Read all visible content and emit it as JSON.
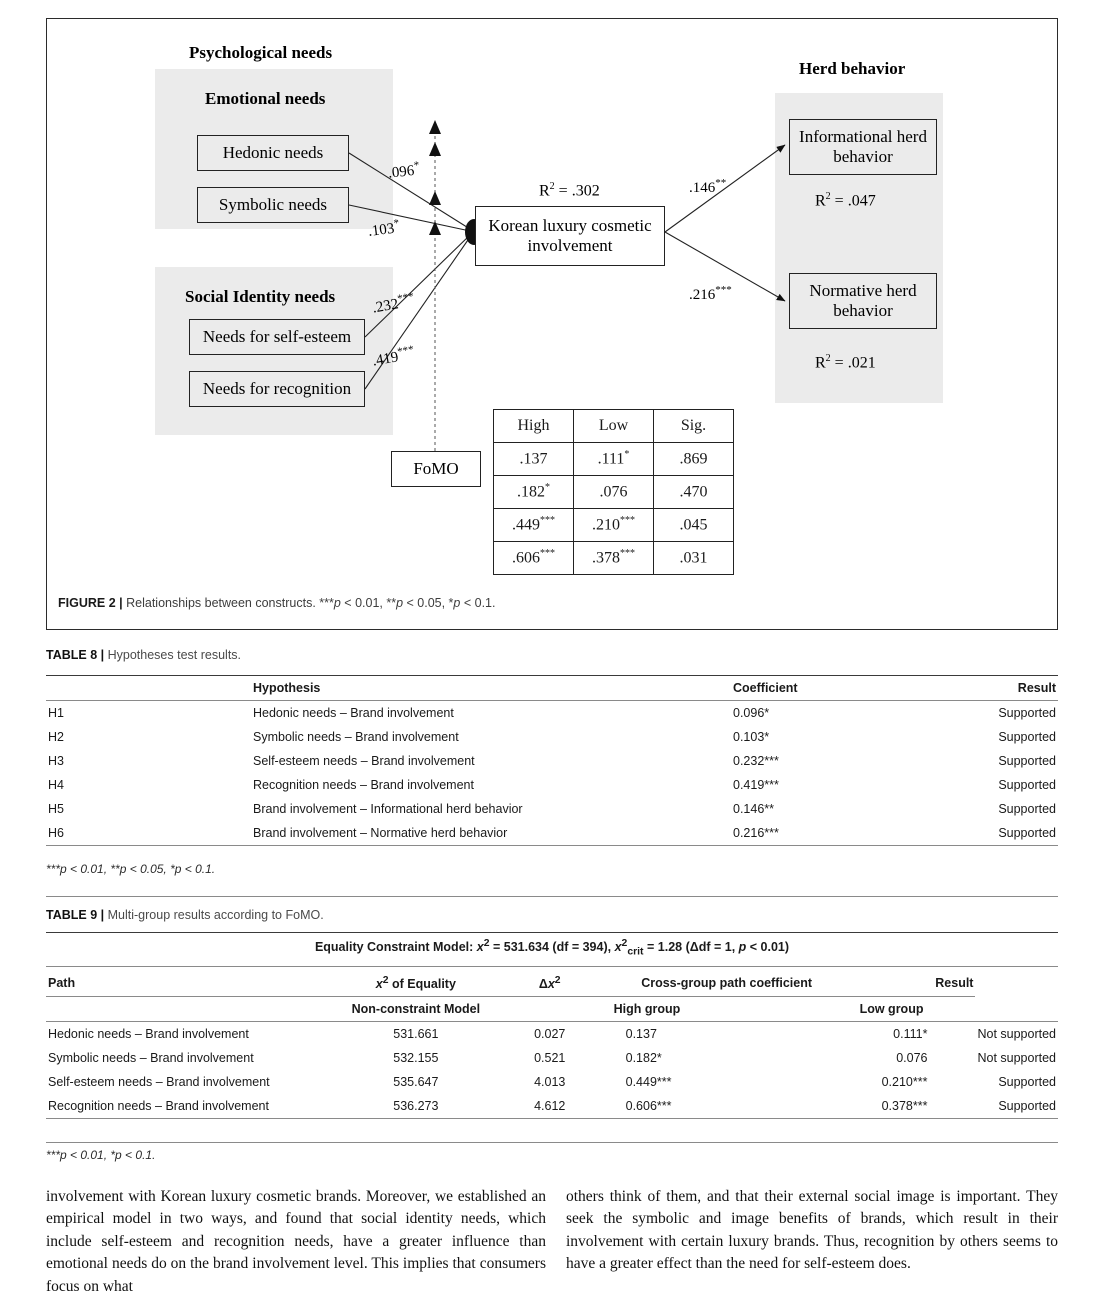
{
  "figure": {
    "frame_label": "figure-2-frame",
    "group_titles": {
      "psychological": "Psychological needs",
      "emotional": "Emotional needs",
      "social_identity": "Social  Identity needs",
      "herd": "Herd behavior"
    },
    "nodes": {
      "hedonic": "Hedonic needs",
      "symbolic": "Symbolic  needs",
      "self_esteem": "Needs for self-esteem",
      "recognition": "Needs for recognition",
      "involvement_line1": "Korean  luxury  cosmetic",
      "involvement_line2": "involvement",
      "informational_line1": "Informational  herd",
      "informational_line2": "behavior",
      "normative_line1": "Normative  herd",
      "normative_line2": "behavior",
      "fomo": "FoMO"
    },
    "path_labels": {
      "hedonic": ".096",
      "hedonic_stars": "*",
      "symbolic": ".103",
      "symbolic_stars": "*",
      "self_esteem": ".232",
      "self_esteem_stars": "***",
      "recognition": ".419",
      "recognition_stars": "***",
      "informational": ".146",
      "informational_stars": "**",
      "normative": ".216",
      "normative_stars": "***"
    },
    "r2": {
      "involvement_prefix": "R",
      "involvement_value": " = .302",
      "informational_value": " = .047",
      "normative_value": " = .021",
      "exp": "2"
    },
    "inner_table": {
      "headers": [
        "High",
        "Low",
        "Sig."
      ],
      "rows": [
        [
          {
            "v": ".137",
            "s": ""
          },
          {
            "v": ".111",
            "s": "*"
          },
          {
            "v": ".869",
            "s": ""
          }
        ],
        [
          {
            "v": ".182",
            "s": "*"
          },
          {
            "v": ".076",
            "s": ""
          },
          {
            "v": ".470",
            "s": ""
          }
        ],
        [
          {
            "v": ".449",
            "s": "***"
          },
          {
            "v": ".210",
            "s": "***"
          },
          {
            "v": ".045",
            "s": ""
          }
        ],
        [
          {
            "v": ".606",
            "s": "***"
          },
          {
            "v": ".378",
            "s": "***"
          },
          {
            "v": ".031",
            "s": ""
          }
        ]
      ]
    },
    "caption_label": "FIGURE 2",
    "caption_sep": " | ",
    "caption_text": "Relationships between constructs. ***",
    "caption_p1": "p",
    "caption_rest1": " < 0.01, **",
    "caption_p2": "p",
    "caption_rest2": " < 0.05, *",
    "caption_p3": "p",
    "caption_rest3": " < 0.1."
  },
  "table8": {
    "label": "TABLE 8",
    "sep": " | ",
    "title": "Hypotheses test results.",
    "headers": [
      "",
      "Hypothesis",
      "Coefficient",
      "Result"
    ],
    "rows": [
      {
        "id": "H1",
        "hypothesis": "Hedonic needs – Brand involvement",
        "coefficient": "0.096*",
        "result": "Supported"
      },
      {
        "id": "H2",
        "hypothesis": "Symbolic needs – Brand involvement",
        "coefficient": "0.103*",
        "result": "Supported"
      },
      {
        "id": "H3",
        "hypothesis": "Self-esteem needs – Brand involvement",
        "coefficient": "0.232***",
        "result": "Supported"
      },
      {
        "id": "H4",
        "hypothesis": "Recognition needs – Brand involvement",
        "coefficient": "0.419***",
        "result": "Supported"
      },
      {
        "id": "H5",
        "hypothesis": "Brand involvement – Informational herd behavior",
        "coefficient": "0.146**",
        "result": "Supported"
      },
      {
        "id": "H6",
        "hypothesis": "Brand involvement – Normative herd behavior",
        "coefficient": "0.216***",
        "result": "Supported"
      }
    ],
    "note": "***p < 0.01, **p < 0.05, *p < 0.1."
  },
  "table9": {
    "label": "TABLE 9",
    "sep": " | ",
    "title": "Multi-group results according to FoMO.",
    "banner": "Equality Constraint Model: x2 = 531.634 (df = 394), x2crit = 1.28 (Δdf = 1, p < 0.01)",
    "headers": {
      "path": "Path",
      "chi_equality": "x2 of Equality",
      "delta_chi": "Δx2",
      "cross_group": "Cross-group path coefficient",
      "result": "Result"
    },
    "subheaders": {
      "non_constraint": "Non-constraint Model",
      "high_group": "High group",
      "low_group": "Low group"
    },
    "rows": [
      {
        "path": "Hedonic needs – Brand involvement",
        "chi": "531.661",
        "delta": "0.027",
        "high": "0.137",
        "low": "0.111*",
        "result": "Not supported"
      },
      {
        "path": "Symbolic needs – Brand involvement",
        "chi": "532.155",
        "delta": "0.521",
        "high": "0.182*",
        "low": "0.076",
        "result": "Not supported"
      },
      {
        "path": "Self-esteem needs – Brand involvement",
        "chi": "535.647",
        "delta": "4.013",
        "high": "0.449***",
        "low": "0.210***",
        "result": "Supported"
      },
      {
        "path": "Recognition needs – Brand involvement",
        "chi": "536.273",
        "delta": "4.612",
        "high": "0.606***",
        "low": "0.378***",
        "result": "Supported"
      }
    ],
    "note": "***p < 0.01, *p < 0.1."
  },
  "body": {
    "left": "involvement with Korean luxury cosmetic brands. Moreover, we established an empirical model in two ways, and found that social identity needs, which include self-esteem and recognition needs, have a greater influence than emotional needs do on the brand involvement level. This implies that consumers focus on what",
    "right": "others think of them, and that their external social image is important. They seek the symbolic and image benefits of brands, which result in their involvement with certain luxury brands. Thus, recognition by others seems to have a greater effect than the need for self-esteem does."
  }
}
